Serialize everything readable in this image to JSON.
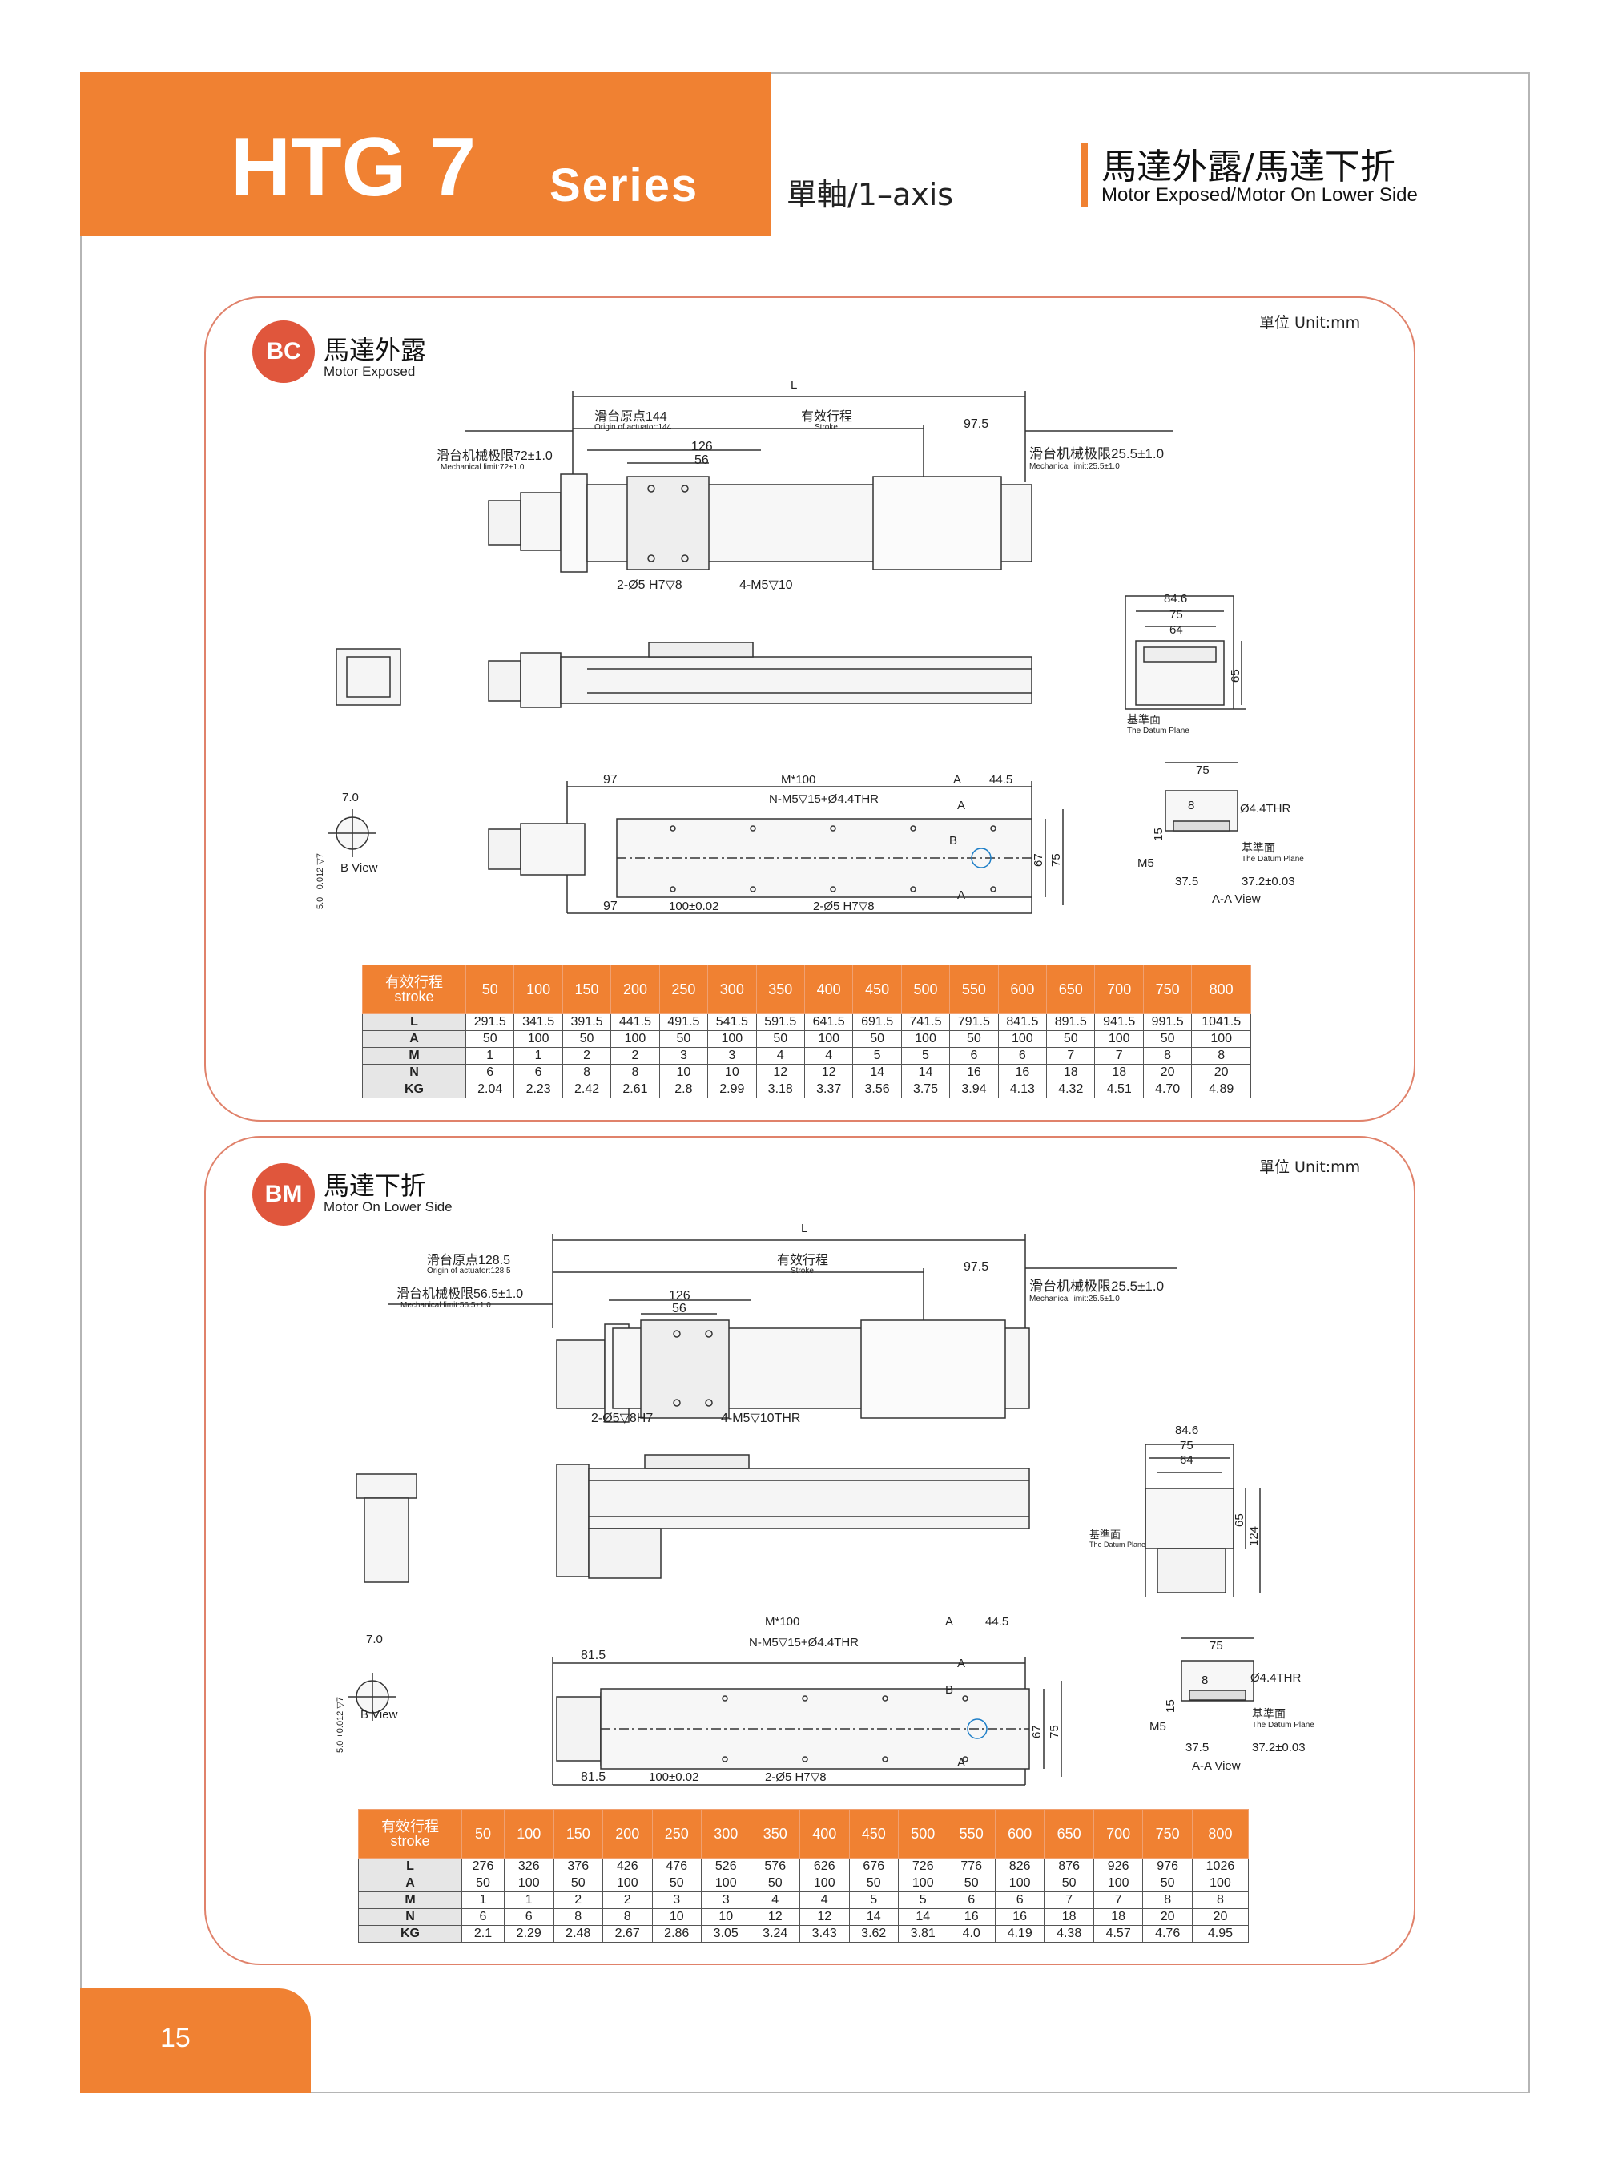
{
  "header": {
    "model": "HTG 7",
    "series": "Series",
    "axis": "單軸/1–axis",
    "title_cn": "馬達外露/馬達下折",
    "title_en": "Motor Exposed/Motor On Lower Side"
  },
  "colors": {
    "accent": "#f08132",
    "badge": "#e0563c",
    "panel_border": "#e0826b",
    "blue_label": "#1e7fc8",
    "orange_label": "#e98a2a"
  },
  "page_number": "15",
  "sections": [
    {
      "badge": "BC",
      "title_cn": "馬達外露",
      "title_en": "Motor Exposed",
      "unit": "單位 Unit:mm",
      "drawing": {
        "L": "L",
        "origin_cn": "滑台原点144",
        "origin_en": "Origin of actuator:144",
        "stroke_cn": "有效行程",
        "stroke_en": "Stroke",
        "dim_97_5": "97.5",
        "mech_left_cn": "滑台机械极限72±1.0",
        "mech_left_en": "Mechanical limit:72±1.0",
        "mech_right_cn": "滑台机械极限25.5±1.0",
        "mech_right_en": "Mechanical limit:25.5±1.0",
        "dim_126": "126",
        "dim_56": "56",
        "hole1": "2-Ø5 H7▽8",
        "hole2": "4-M5▽10",
        "w_84_6": "84.6",
        "w_75": "75",
        "w_64": "64",
        "h_65": "65",
        "datum_cn": "基準面",
        "datum_en": "The Datum Plane",
        "bottom_97a": "97",
        "bottom_m100": "M*100",
        "bottom_A": "A",
        "bottom_44_5": "44.5",
        "bottom_nm5": "N-M5▽15+Ø4.4THR",
        "bottom_67": "67",
        "bottom_75": "75",
        "bottom_97b": "97",
        "bottom_100": "100±0.02",
        "bottom_hole": "2-Ø5 H7▽8",
        "label_A": "A",
        "label_B": "B",
        "bview_7": "7.0",
        "bview_tol": "5.0 +0.012 ▽7",
        "bview_label": "B View",
        "aa_75": "75",
        "aa_8": "8",
        "aa_thr": "Ø4.4THR",
        "aa_15": "15",
        "aa_m5": "M5",
        "aa_37_5": "37.5",
        "aa_37_2": "37.2±0.03",
        "aa_label": "A-A View"
      },
      "table": {
        "head_cn": "有效行程",
        "head_en": "stroke",
        "strokes": [
          "50",
          "100",
          "150",
          "200",
          "250",
          "300",
          "350",
          "400",
          "450",
          "500",
          "550",
          "600",
          "650",
          "700",
          "750",
          "800"
        ],
        "rows": [
          {
            "label": "L",
            "values": [
              "291.5",
              "341.5",
              "391.5",
              "441.5",
              "491.5",
              "541.5",
              "591.5",
              "641.5",
              "691.5",
              "741.5",
              "791.5",
              "841.5",
              "891.5",
              "941.5",
              "991.5",
              "1041.5"
            ]
          },
          {
            "label": "A",
            "values": [
              "50",
              "100",
              "50",
              "100",
              "50",
              "100",
              "50",
              "100",
              "50",
              "100",
              "50",
              "100",
              "50",
              "100",
              "50",
              "100"
            ]
          },
          {
            "label": "M",
            "values": [
              "1",
              "1",
              "2",
              "2",
              "3",
              "3",
              "4",
              "4",
              "5",
              "5",
              "6",
              "6",
              "7",
              "7",
              "8",
              "8"
            ]
          },
          {
            "label": "N",
            "values": [
              "6",
              "6",
              "8",
              "8",
              "10",
              "10",
              "12",
              "12",
              "14",
              "14",
              "16",
              "16",
              "18",
              "18",
              "20",
              "20"
            ]
          },
          {
            "label": "KG",
            "values": [
              "2.04",
              "2.23",
              "2.42",
              "2.61",
              "2.8",
              "2.99",
              "3.18",
              "3.37",
              "3.56",
              "3.75",
              "3.94",
              "4.13",
              "4.32",
              "4.51",
              "4.70",
              "4.89"
            ]
          }
        ]
      }
    },
    {
      "badge": "BM",
      "title_cn": "馬達下折",
      "title_en": "Motor On Lower Side",
      "unit": "單位 Unit:mm",
      "drawing": {
        "L": "L",
        "origin_cn": "滑台原点128.5",
        "origin_en": "Origin of actuator:128.5",
        "stroke_cn": "有效行程",
        "stroke_en": "Stroke",
        "dim_97_5": "97.5",
        "mech_left_cn": "滑台机械极限56.5±1.0",
        "mech_left_en": "Mechanical limit:56.5±1.0",
        "mech_right_cn": "滑台机械极限25.5±1.0",
        "mech_right_en": "Mechanical limit:25.5±1.0",
        "dim_126": "126",
        "dim_56": "56",
        "hole1": "2-Ø5▽8H7",
        "hole2": "4-M5▽10THR",
        "w_84_6": "84.6",
        "w_75": "75",
        "w_64": "64",
        "h_65": "65",
        "h_124": "124",
        "datum_cn": "基準面",
        "datum_en": "The Datum Plane",
        "bottom_97a": "81.5",
        "bottom_m100": "M*100",
        "bottom_A": "A",
        "bottom_44_5": "44.5",
        "bottom_nm5": "N-M5▽15+Ø4.4THR",
        "bottom_67": "67",
        "bottom_75": "75",
        "bottom_97b": "81.5",
        "bottom_100": "100±0.02",
        "bottom_hole": "2-Ø5 H7▽8",
        "label_A": "A",
        "label_B": "B",
        "bview_7": "7.0",
        "bview_tol": "5.0 +0.012 ▽7",
        "bview_label": "B View",
        "aa_75": "75",
        "aa_8": "8",
        "aa_thr": "Ø4.4THR",
        "aa_15": "15",
        "aa_m5": "M5",
        "aa_37_5": "37.5",
        "aa_37_2": "37.2±0.03",
        "aa_label": "A-A View"
      },
      "table": {
        "head_cn": "有效行程",
        "head_en": "stroke",
        "strokes": [
          "50",
          "100",
          "150",
          "200",
          "250",
          "300",
          "350",
          "400",
          "450",
          "500",
          "550",
          "600",
          "650",
          "700",
          "750",
          "800"
        ],
        "rows": [
          {
            "label": "L",
            "values": [
              "276",
              "326",
              "376",
              "426",
              "476",
              "526",
              "576",
              "626",
              "676",
              "726",
              "776",
              "826",
              "876",
              "926",
              "976",
              "1026"
            ]
          },
          {
            "label": "A",
            "values": [
              "50",
              "100",
              "50",
              "100",
              "50",
              "100",
              "50",
              "100",
              "50",
              "100",
              "50",
              "100",
              "50",
              "100",
              "50",
              "100"
            ]
          },
          {
            "label": "M",
            "values": [
              "1",
              "1",
              "2",
              "2",
              "3",
              "3",
              "4",
              "4",
              "5",
              "5",
              "6",
              "6",
              "7",
              "7",
              "8",
              "8"
            ]
          },
          {
            "label": "N",
            "values": [
              "6",
              "6",
              "8",
              "8",
              "10",
              "10",
              "12",
              "12",
              "14",
              "14",
              "16",
              "16",
              "18",
              "18",
              "20",
              "20"
            ]
          },
          {
            "label": "KG",
            "values": [
              "2.1",
              "2.29",
              "2.48",
              "2.67",
              "2.86",
              "3.05",
              "3.24",
              "3.43",
              "3.62",
              "3.81",
              "4.0",
              "4.19",
              "4.38",
              "4.57",
              "4.76",
              "4.95"
            ]
          }
        ]
      }
    }
  ]
}
